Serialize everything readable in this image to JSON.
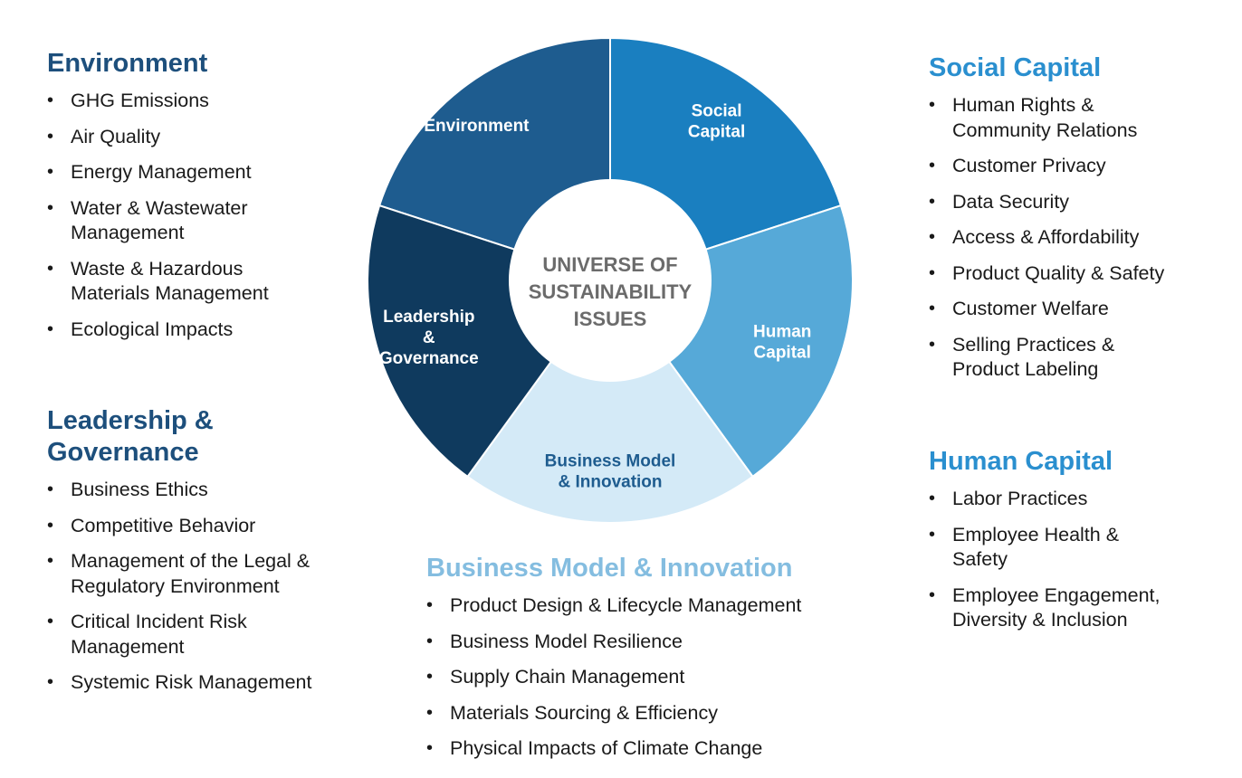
{
  "wheel": {
    "center_lines": [
      "UNIVERSE OF",
      "SUSTAINABILITY",
      "ISSUES"
    ],
    "segments": [
      {
        "id": "environment",
        "lines": [
          "Environment"
        ],
        "color": "#1e5c8f",
        "text_color": "#ffffff"
      },
      {
        "id": "social",
        "lines": [
          "Social",
          "Capital"
        ],
        "color": "#1a7fc0",
        "text_color": "#ffffff"
      },
      {
        "id": "human",
        "lines": [
          "Human",
          "Capital"
        ],
        "color": "#56a9d8",
        "text_color": "#ffffff"
      },
      {
        "id": "business",
        "lines": [
          "Business Model",
          "& Innovation"
        ],
        "color": "#d4eaf7",
        "text_color": "#1e5c8f"
      },
      {
        "id": "leadership",
        "lines": [
          "Leadership",
          "&",
          "Governance"
        ],
        "color": "#0f3a5e",
        "text_color": "#ffffff"
      }
    ]
  },
  "sections": {
    "environment": {
      "title": "Environment",
      "items": [
        "GHG Emissions",
        "Air Quality",
        "Energy Management",
        "Water & Wastewater Management",
        "Waste & Hazardous Materials Management",
        "Ecological Impacts"
      ]
    },
    "leadership": {
      "title": "Leadership & Governance",
      "items": [
        "Business Ethics",
        "Competitive Behavior",
        "Management of the Legal & Regulatory Environment",
        "Critical Incident Risk Management",
        "Systemic Risk Management"
      ]
    },
    "social": {
      "title": "Social Capital",
      "items": [
        "Human Rights & Community Relations",
        "Customer Privacy",
        "Data Security",
        "Access & Affordability",
        "Product Quality & Safety",
        "Customer Welfare",
        "Selling Practices & Product Labeling"
      ]
    },
    "human": {
      "title": "Human Capital",
      "items": [
        "Labor Practices",
        "Employee Health & Safety",
        "Employee Engagement, Diversity & Inclusion"
      ]
    },
    "business": {
      "title": "Business Model & Innovation",
      "items": [
        "Product Design & Lifecycle Management",
        "Business Model Resilience",
        "Supply Chain Management",
        "Materials Sourcing & Efficiency",
        "Physical Impacts of Climate Change"
      ]
    }
  }
}
